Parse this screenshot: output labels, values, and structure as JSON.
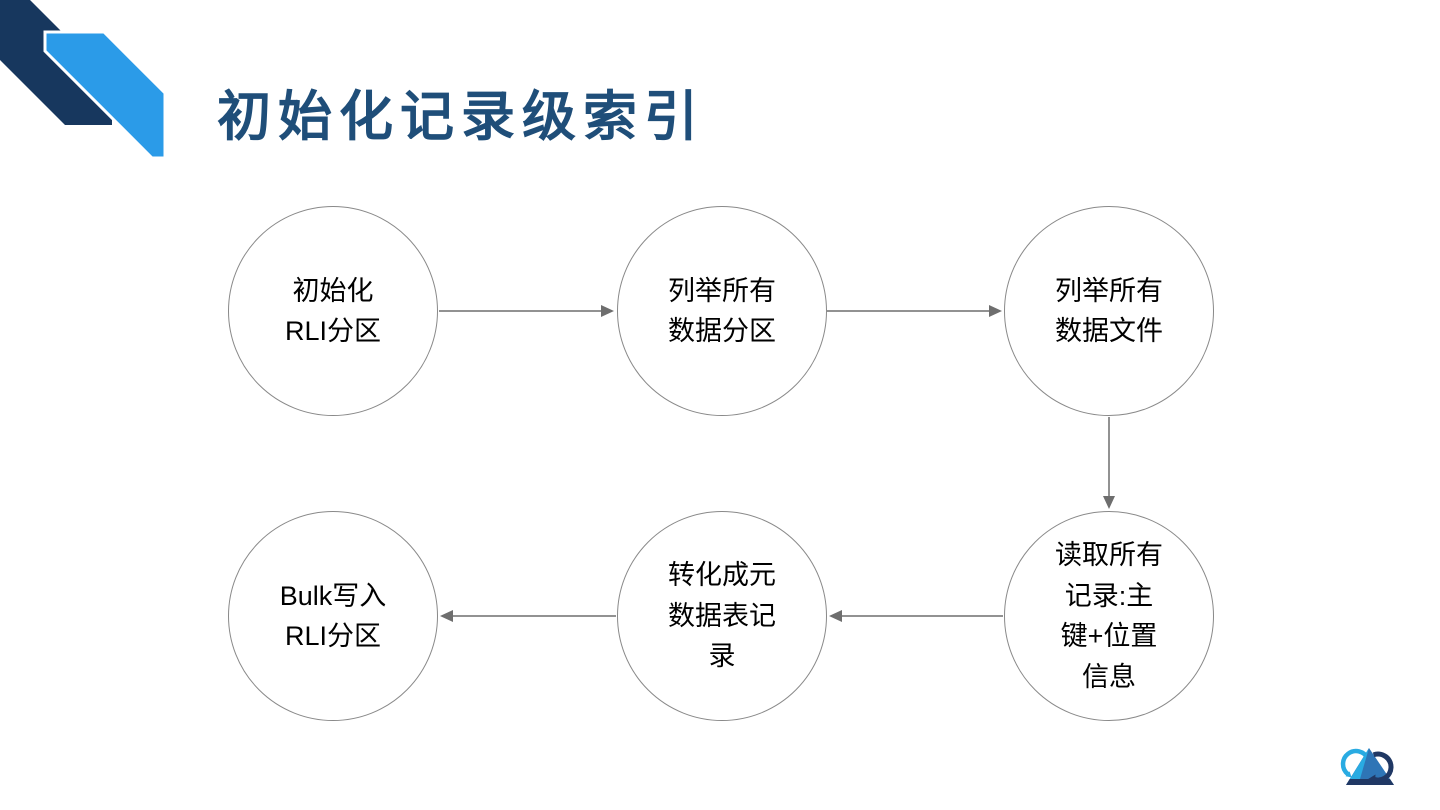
{
  "colors": {
    "background": "#FFFFFF",
    "title_text": "#1F4E79",
    "ribbon_dark": "#17375E",
    "ribbon_light": "#2B9BE8",
    "node_fill": "#FFFFFF",
    "node_border": "#898989",
    "node_text": "#000000",
    "arrow": "#6E6E6E",
    "logo_light": "#29ABE2",
    "logo_mid": "#2E75B6",
    "logo_dark": "#203864"
  },
  "header": {
    "title": "初始化记录级索引"
  },
  "flowchart": {
    "nodes": [
      {
        "id": "init-rli-partition",
        "label": "初始化\nRLI分区"
      },
      {
        "id": "list-data-partitions",
        "label": "列举所有\n数据分区"
      },
      {
        "id": "list-data-files",
        "label": "列举所有\n数据文件"
      },
      {
        "id": "read-all-records",
        "label": "读取所有\n记录:主\n键+位置\n信息"
      },
      {
        "id": "convert-to-metadata-records",
        "label": "转化成元\n数据表记\n录"
      },
      {
        "id": "bulk-write-rli-partition",
        "label": "Bulk写入\nRLI分区"
      }
    ],
    "edges": [
      {
        "from": "init-rli-partition",
        "to": "list-data-partitions",
        "direction": "right"
      },
      {
        "from": "list-data-partitions",
        "to": "list-data-files",
        "direction": "right"
      },
      {
        "from": "list-data-files",
        "to": "read-all-records",
        "direction": "down"
      },
      {
        "from": "read-all-records",
        "to": "convert-to-metadata-records",
        "direction": "left"
      },
      {
        "from": "convert-to-metadata-records",
        "to": "bulk-write-rli-partition",
        "direction": "left"
      }
    ]
  }
}
